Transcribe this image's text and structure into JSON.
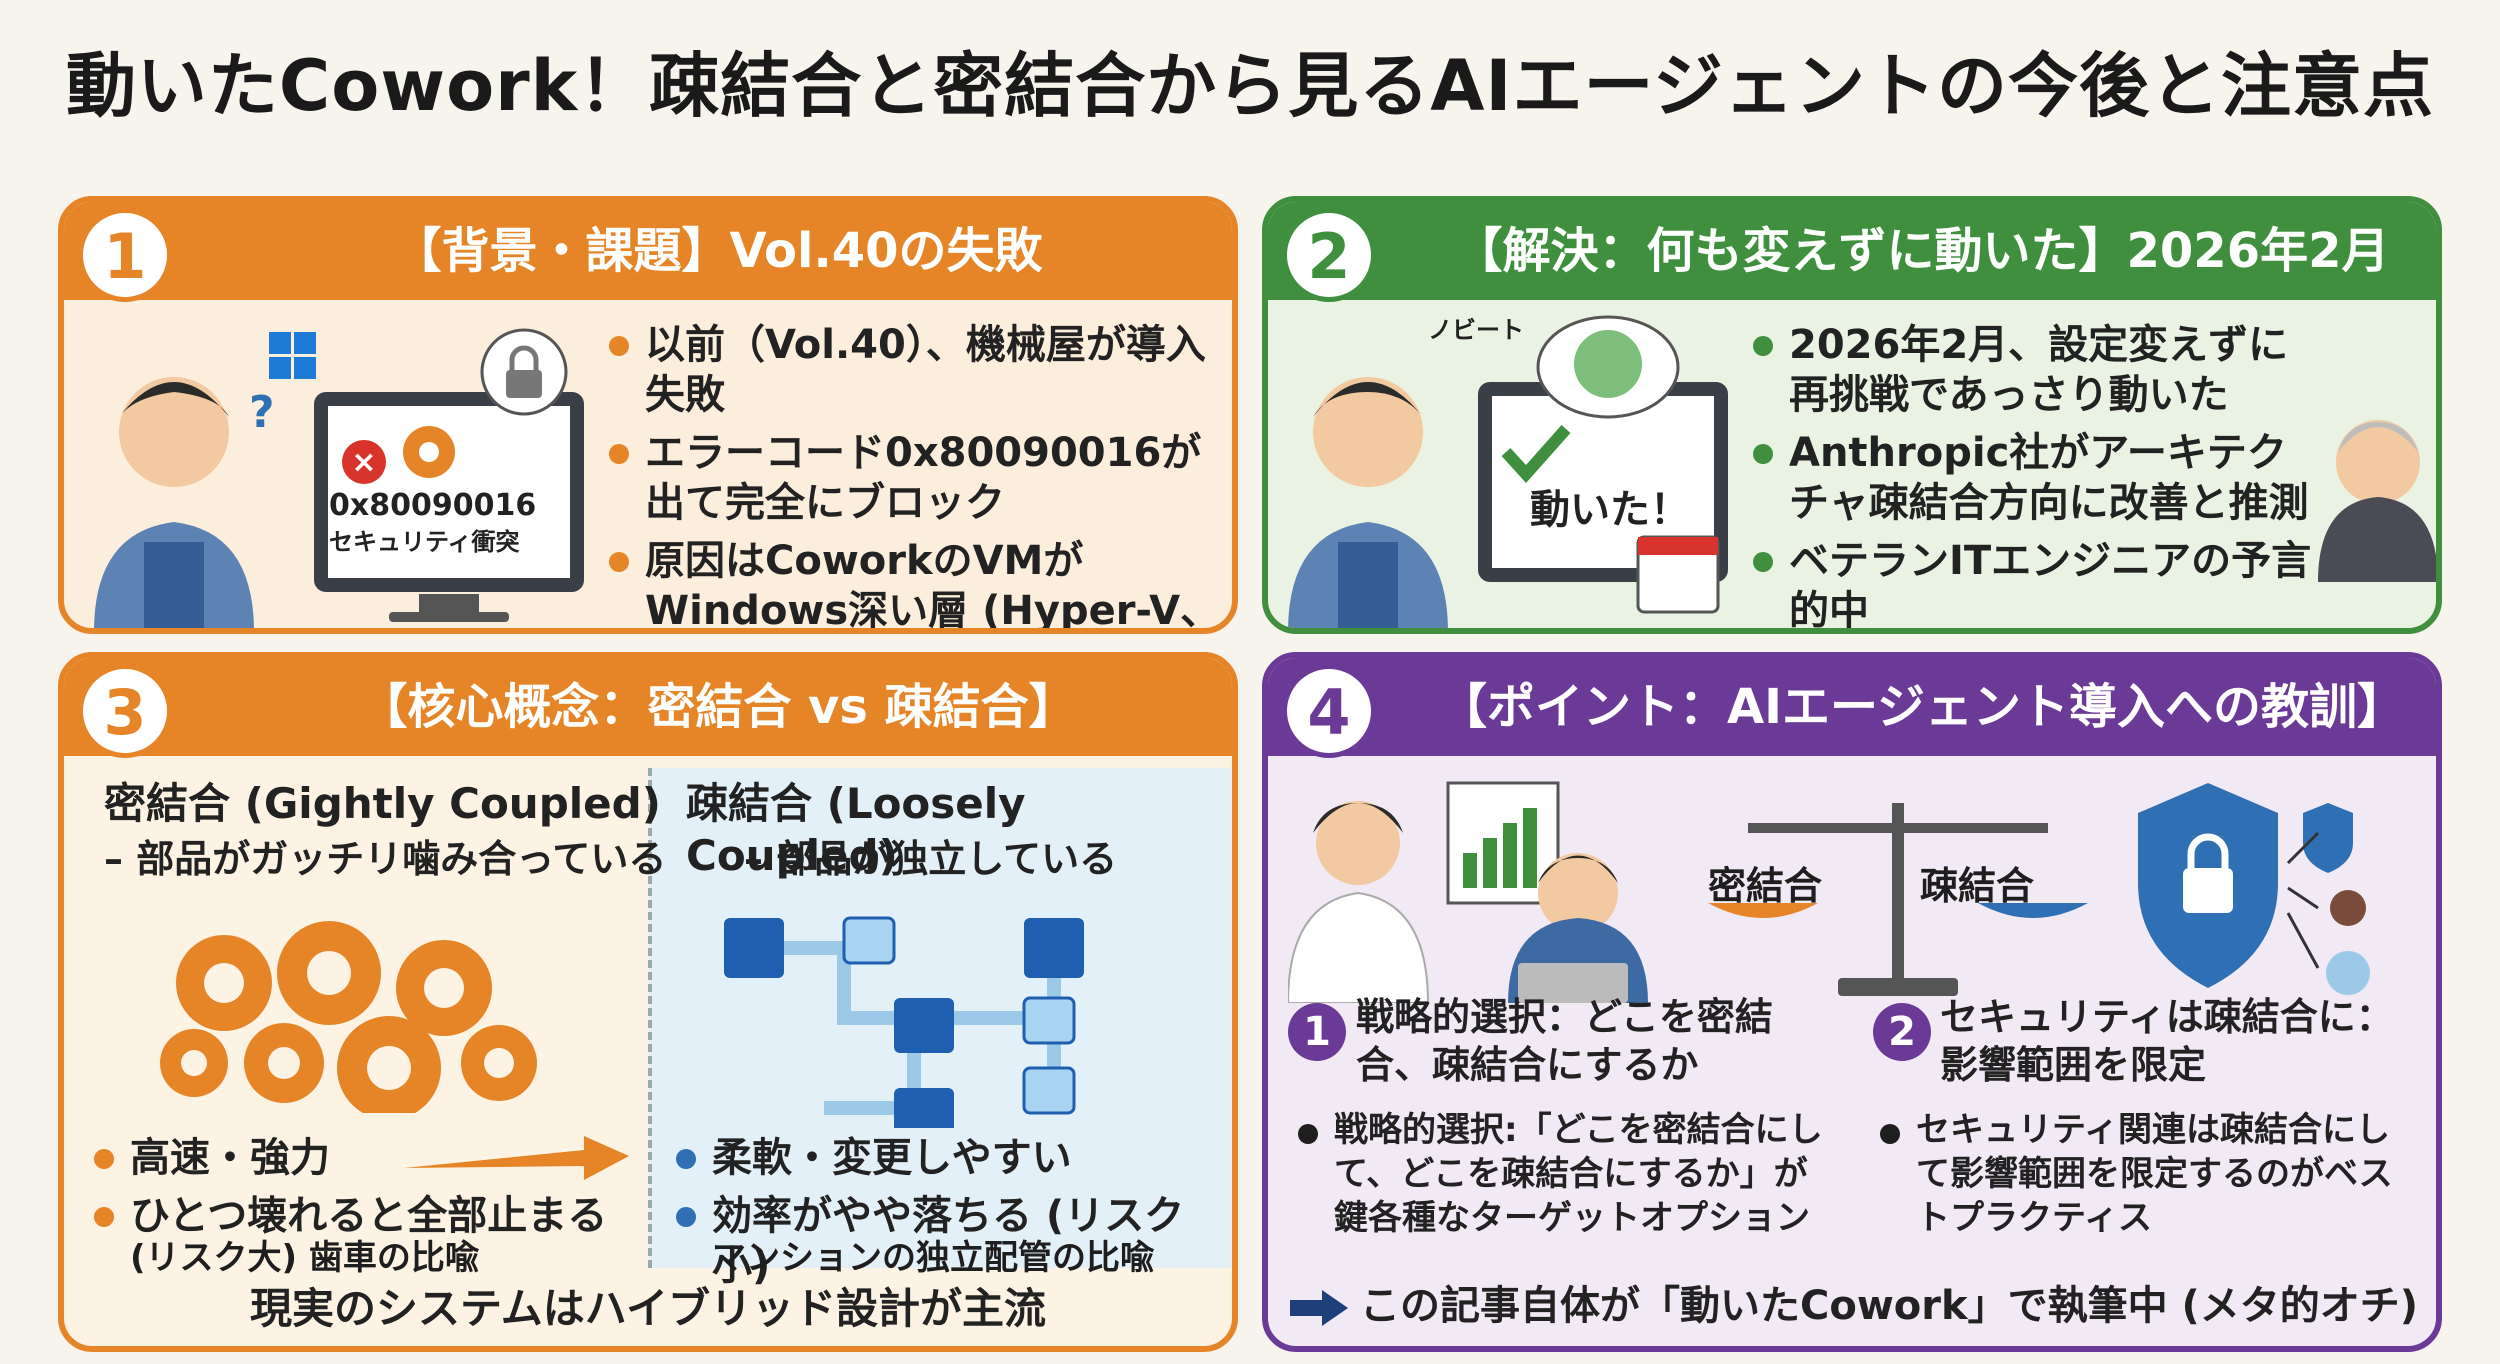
{
  "title": "動いたCowork！疎結合と密結合から見るAIエージェントの今後と注意点",
  "panels": {
    "p1": {
      "num": "1",
      "header": "【背景・課題】Vol.40の失敗",
      "screen_code": "0x80090016",
      "screen_text": "セキュリティ衝突",
      "bullets": [
        "以前（Vol.40）、機械屋が導入失敗",
        "エラーコード0x80090016が出て完全にブロック",
        "原因はCoworkのVMがWindows深い層 (Hyper-V、暗号鍵) に密結合"
      ]
    },
    "p2": {
      "num": "2",
      "header": "【解決：何も変えずに動いた】2026年2月",
      "sticky": "ノビート",
      "screen_text": "動いた！",
      "bullets": [
        "2026年2月、設定変えずに再挑戦であっさり動いた",
        "Anthropic社がアーキテクチャ疎結合方向に改善と推測",
        "ベテランITエンジニアの予言的中"
      ]
    },
    "p3": {
      "num": "3",
      "header": "【核心概念：密結合 vs 疎結合】",
      "tight_title": "密結合 (Gightly Coupled)",
      "tight_sub": "– 部品がガッチリ噛み合っている",
      "loose_title": "疎結合 (Loosely Coupled)",
      "loose_sub": "– 部品が独立している",
      "tight_bullets": [
        "高速・強力",
        "ひとつ壊れると全部止まる"
      ],
      "tight_note": "(リスク大) 歯車の比喩",
      "loose_bullets": [
        "柔軟・変更しやすい",
        "効率がやや落ちる (リスク小)"
      ],
      "loose_note": "マンションの独立配管の比喩",
      "footer": "現実のシステムはハイブリッド設計が主流"
    },
    "p4": {
      "num": "4",
      "header": "【ポイント：AIエージェント導入への教訓】",
      "scale_left": "密結合",
      "scale_right": "疎結合",
      "point1_num": "1",
      "point1_title": "戦略的選択：どこを密結合、疎結合にするか",
      "point1_body": "戦略的選択:「どこを密結合にして、どこを疎結合にするか」が鍵各種なターゲットオプション",
      "point2_num": "2",
      "point2_title": "セキュリティは疎結合に：影響範囲を限定",
      "point2_body": "セキュリティ関連は疎結合にして影響範囲を限定するのがベストプラクティス",
      "footer": "この記事自体が「動いたCowork」で執筆中 (メタ的オチ)"
    }
  },
  "colors": {
    "orange": "#e58528",
    "green": "#3f8f3f",
    "purple": "#6a3a96",
    "blue": "#2f6fb3"
  }
}
